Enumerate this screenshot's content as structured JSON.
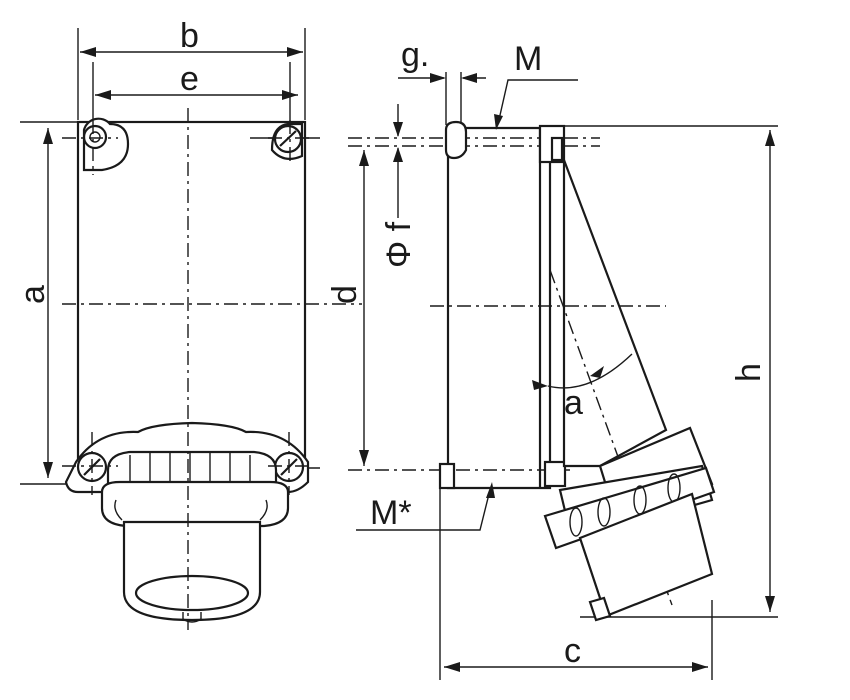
{
  "labels": {
    "b": "b",
    "e": "e",
    "a_height": "a",
    "d": "d",
    "g": "g.",
    "m_top": "M",
    "phi_f": "Φ f",
    "angle_a": "a",
    "m_bottom": "M*",
    "h": "h",
    "c": "c"
  }
}
